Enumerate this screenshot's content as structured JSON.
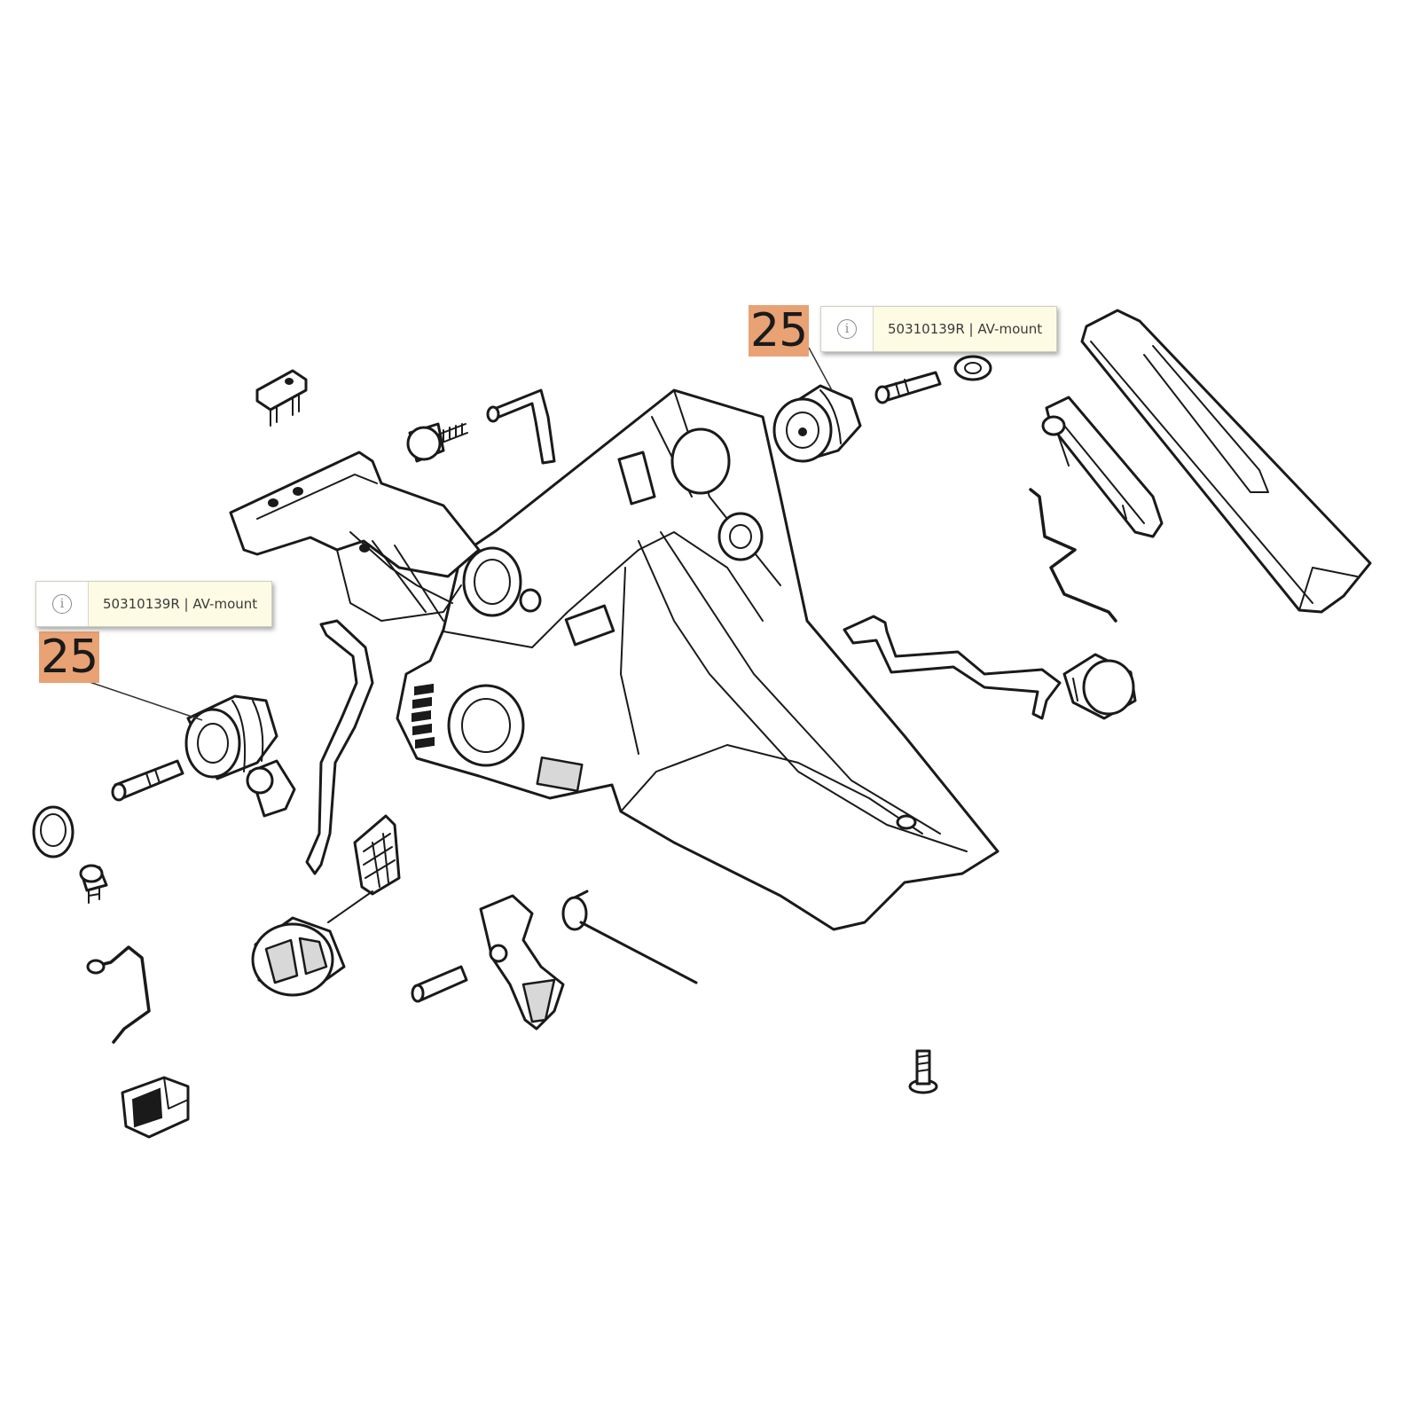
{
  "callouts": [
    {
      "number": "25",
      "tooltip": {
        "icon": "info-icon",
        "text": "50310139R | AV-mount"
      }
    },
    {
      "number": "25",
      "tooltip": {
        "icon": "info-icon",
        "text": "50310139R | AV-mount"
      }
    }
  ],
  "colors": {
    "callout_highlight": "#e8a274",
    "tooltip_background": "#fdfbe4",
    "line_art": "#1a1a1a"
  }
}
